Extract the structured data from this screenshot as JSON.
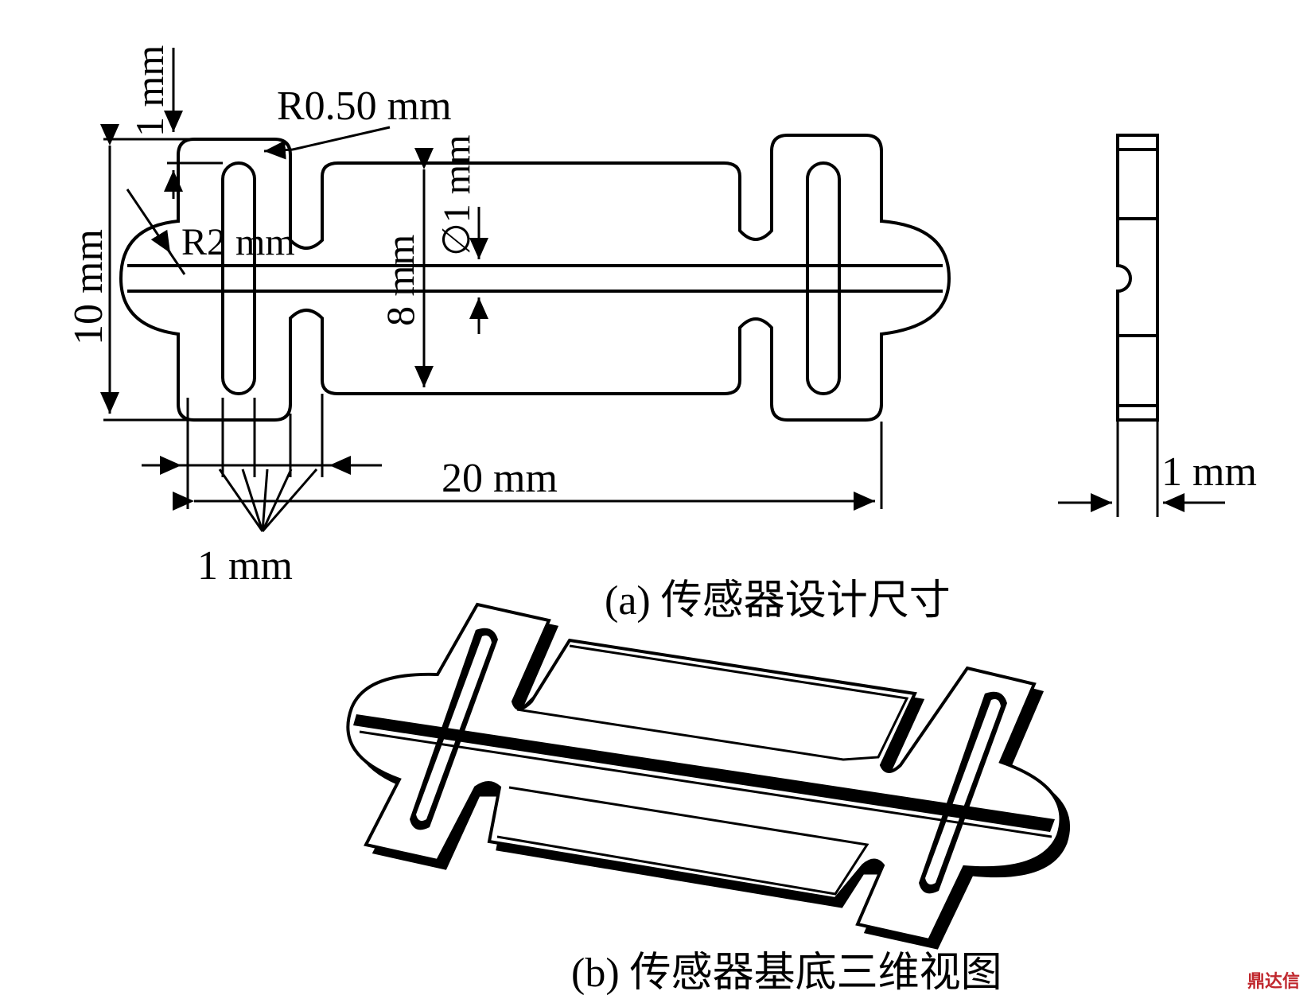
{
  "dims": {
    "top_gap": "1 mm",
    "corner_radius": "R0.50 mm",
    "end_radius": "R2 mm",
    "hole_diameter": "∅1 mm",
    "height_outer": "10 mm",
    "height_inner": "8 mm",
    "length": "20 mm",
    "widths": "1 mm",
    "thickness": "1 mm"
  },
  "captions": {
    "a": "(a)  传感器设计尺寸",
    "b": "(b) 传感器基底三维视图"
  },
  "watermark": "鼎达信"
}
